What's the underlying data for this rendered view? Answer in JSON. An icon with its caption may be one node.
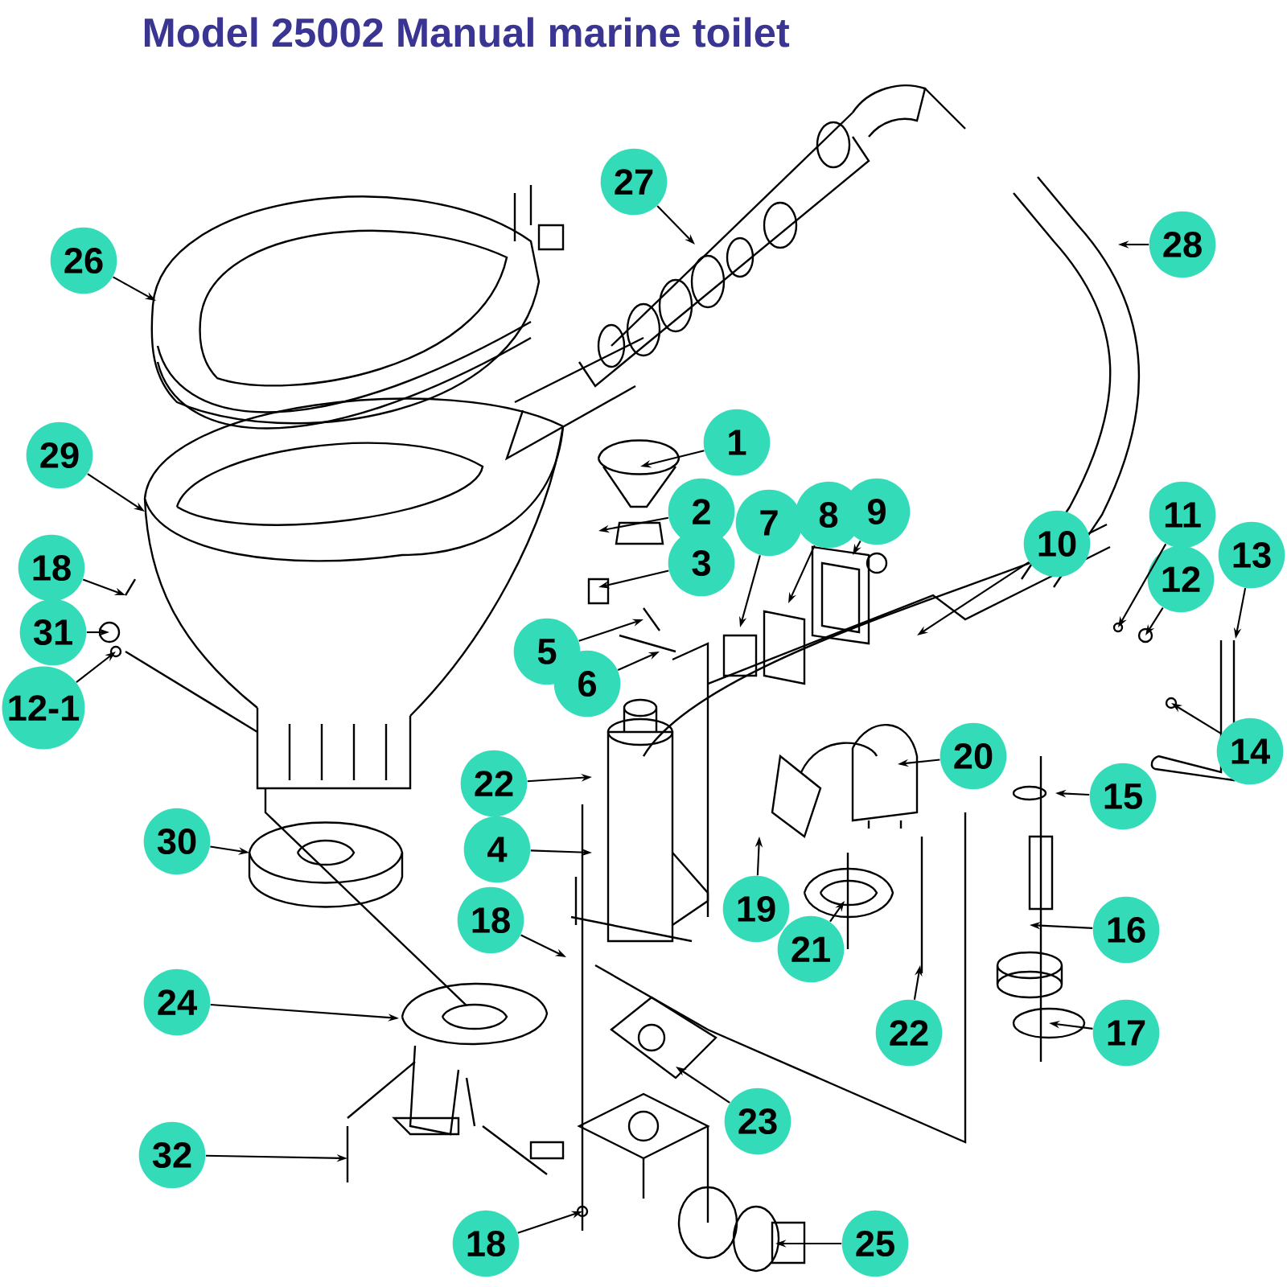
{
  "diagram": {
    "title": "Model 25002 Manual marine toilet",
    "nodes": [
      {
        "text": [
          "27"
        ]
      },
      {
        "text": [
          "26"
        ]
      },
      {
        "text": [
          "28"
        ]
      },
      {
        "text": [
          "1"
        ]
      },
      {
        "text": [
          "29"
        ]
      },
      {
        "text": [
          "2"
        ]
      },
      {
        "text": [
          "7"
        ]
      },
      {
        "text": [
          "8"
        ]
      },
      {
        "text": [
          "9"
        ]
      },
      {
        "text": [
          "10"
        ]
      },
      {
        "text": [
          "11"
        ]
      },
      {
        "text": [
          "12"
        ]
      },
      {
        "text": [
          "13"
        ]
      },
      {
        "text": [
          "18"
        ]
      },
      {
        "text": [
          "3"
        ]
      },
      {
        "text": [
          "31"
        ]
      },
      {
        "text": [
          "5"
        ]
      },
      {
        "text": [
          "6"
        ]
      },
      {
        "text": [
          "12-1"
        ]
      },
      {
        "text": [
          "14"
        ]
      },
      {
        "text": [
          "20"
        ]
      },
      {
        "text": [
          "22"
        ]
      },
      {
        "text": [
          "15"
        ]
      },
      {
        "text": [
          "30"
        ]
      },
      {
        "text": [
          "4"
        ]
      },
      {
        "text": [
          "19"
        ]
      },
      {
        "text": [
          "18"
        ]
      },
      {
        "text": [
          "16"
        ]
      },
      {
        "text": [
          "21"
        ]
      },
      {
        "text": [
          "24"
        ]
      },
      {
        "text": [
          "22"
        ]
      },
      {
        "text": [
          "17"
        ]
      },
      {
        "text": [
          "23"
        ]
      },
      {
        "text": [
          "32"
        ]
      },
      {
        "text": [
          "18"
        ]
      },
      {
        "text": [
          "25"
        ]
      }
    ],
    "edges": [
      {
        "from": 0,
        "to": null,
        "arrow": "to"
      },
      {
        "from": 1,
        "to": null,
        "arrow": "to"
      },
      {
        "from": 2,
        "to": null,
        "arrow": "to"
      },
      {
        "from": 3,
        "to": null,
        "arrow": "to"
      },
      {
        "from": 4,
        "to": null,
        "arrow": "to"
      },
      {
        "from": 5,
        "to": null,
        "arrow": "to"
      },
      {
        "from": 6,
        "to": null,
        "arrow": "to"
      },
      {
        "from": 7,
        "to": null,
        "arrow": "to"
      },
      {
        "from": 8,
        "to": null,
        "arrow": "to"
      },
      {
        "from": 9,
        "to": null,
        "arrow": "to"
      },
      {
        "from": 10,
        "to": null,
        "arrow": "to"
      },
      {
        "from": 11,
        "to": null,
        "arrow": "to"
      },
      {
        "from": 12,
        "to": null,
        "arrow": "to"
      },
      {
        "from": 13,
        "to": null,
        "arrow": "to"
      },
      {
        "from": 14,
        "to": null,
        "arrow": "to"
      },
      {
        "from": 15,
        "to": null,
        "arrow": "to"
      },
      {
        "from": 16,
        "to": null,
        "arrow": "to"
      },
      {
        "from": 17,
        "to": null,
        "arrow": "to"
      },
      {
        "from": 18,
        "to": null,
        "arrow": "to"
      },
      {
        "from": 19,
        "to": null,
        "arrow": "to"
      },
      {
        "from": 20,
        "to": null,
        "arrow": "to"
      },
      {
        "from": 21,
        "to": null,
        "arrow": "to"
      },
      {
        "from": 22,
        "to": null,
        "arrow": "to"
      },
      {
        "from": 23,
        "to": null,
        "arrow": "to"
      },
      {
        "from": 24,
        "to": null,
        "arrow": "to"
      },
      {
        "from": 25,
        "to": null,
        "arrow": "to"
      },
      {
        "from": 26,
        "to": null,
        "arrow": "to"
      },
      {
        "from": 27,
        "to": null,
        "arrow": "to"
      },
      {
        "from": 28,
        "to": null,
        "arrow": "to"
      },
      {
        "from": 29,
        "to": null,
        "arrow": "to"
      },
      {
        "from": 30,
        "to": null,
        "arrow": "to"
      },
      {
        "from": 31,
        "to": null,
        "arrow": "to"
      },
      {
        "from": 32,
        "to": null,
        "arrow": "to"
      },
      {
        "from": 33,
        "to": null,
        "arrow": "to"
      },
      {
        "from": 34,
        "to": null,
        "arrow": "to"
      },
      {
        "from": 35,
        "to": null,
        "arrow": "to"
      }
    ]
  }
}
